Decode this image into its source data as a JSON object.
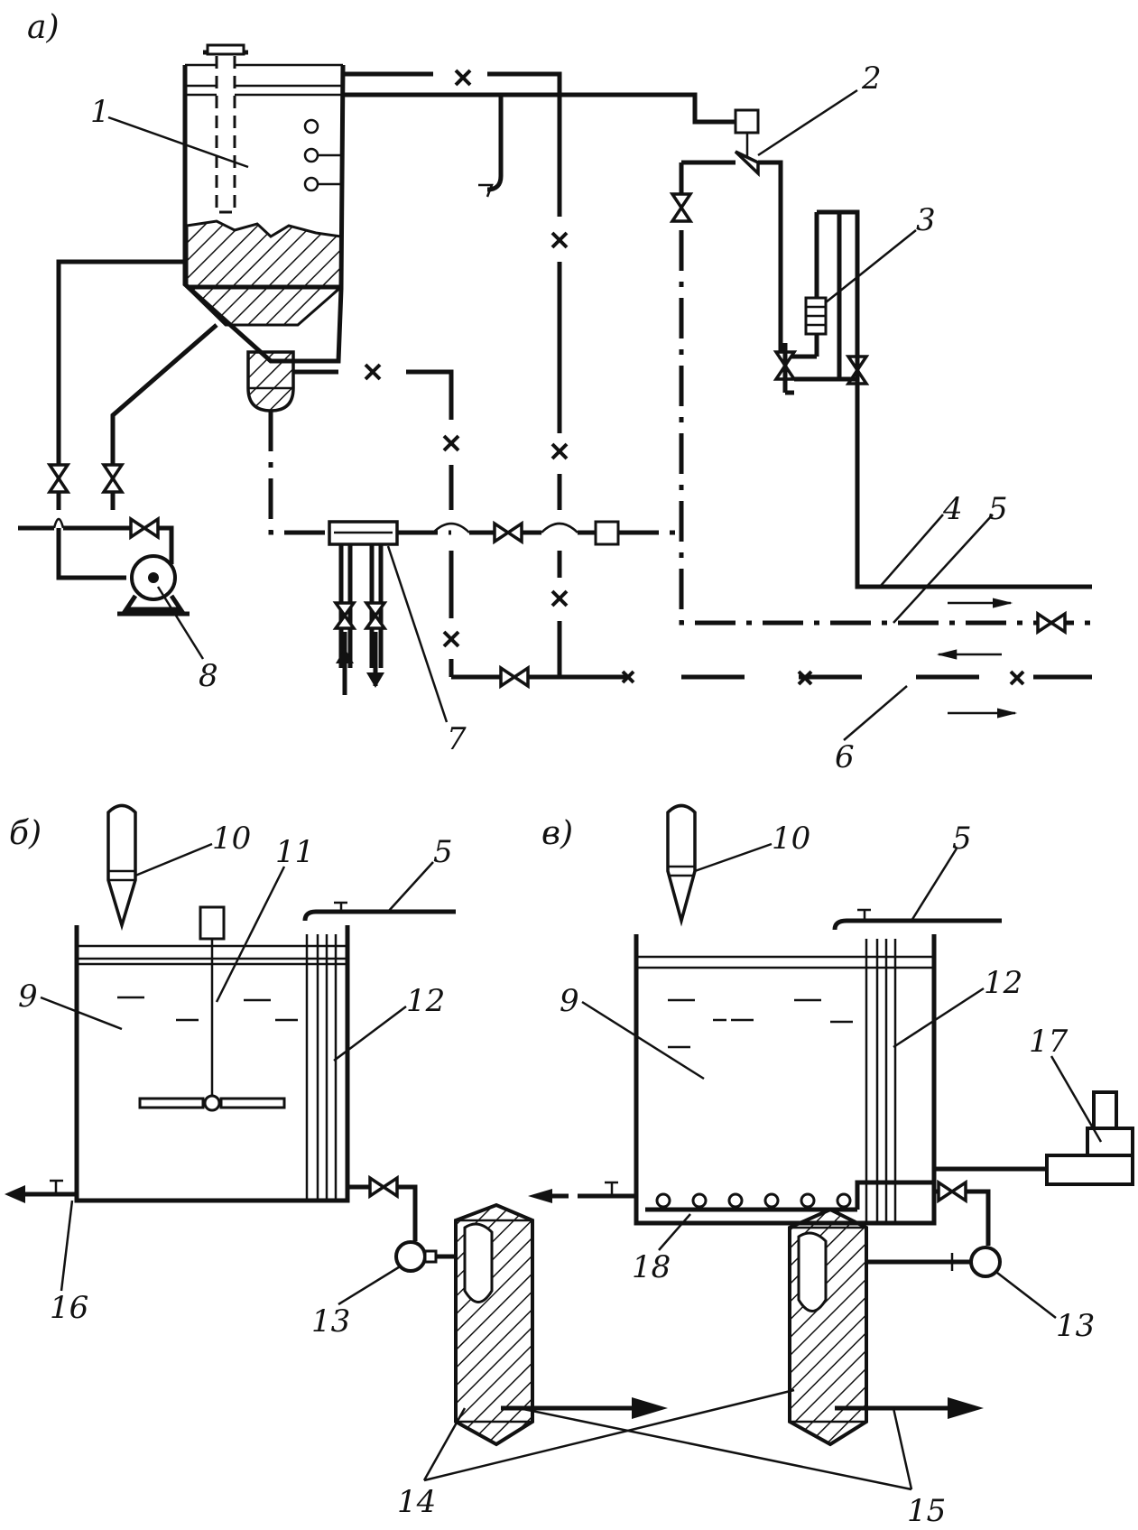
{
  "panels": {
    "a": "а)",
    "b": "б)",
    "c": "в)"
  },
  "labels": {
    "n1": "1",
    "n2": "2",
    "n3": "3",
    "n4": "4",
    "n5": "5",
    "n6": "6",
    "n7": "7",
    "n8": "8",
    "n9b": "9",
    "n10b": "10",
    "n11": "11",
    "n5b": "5",
    "n12b": "12",
    "n13b": "13",
    "n16": "16",
    "n9c": "9",
    "n10c": "10",
    "n5c": "5",
    "n12c": "12",
    "n17": "17",
    "n18": "18",
    "n13c": "13",
    "n14": "14",
    "n15": "15"
  }
}
